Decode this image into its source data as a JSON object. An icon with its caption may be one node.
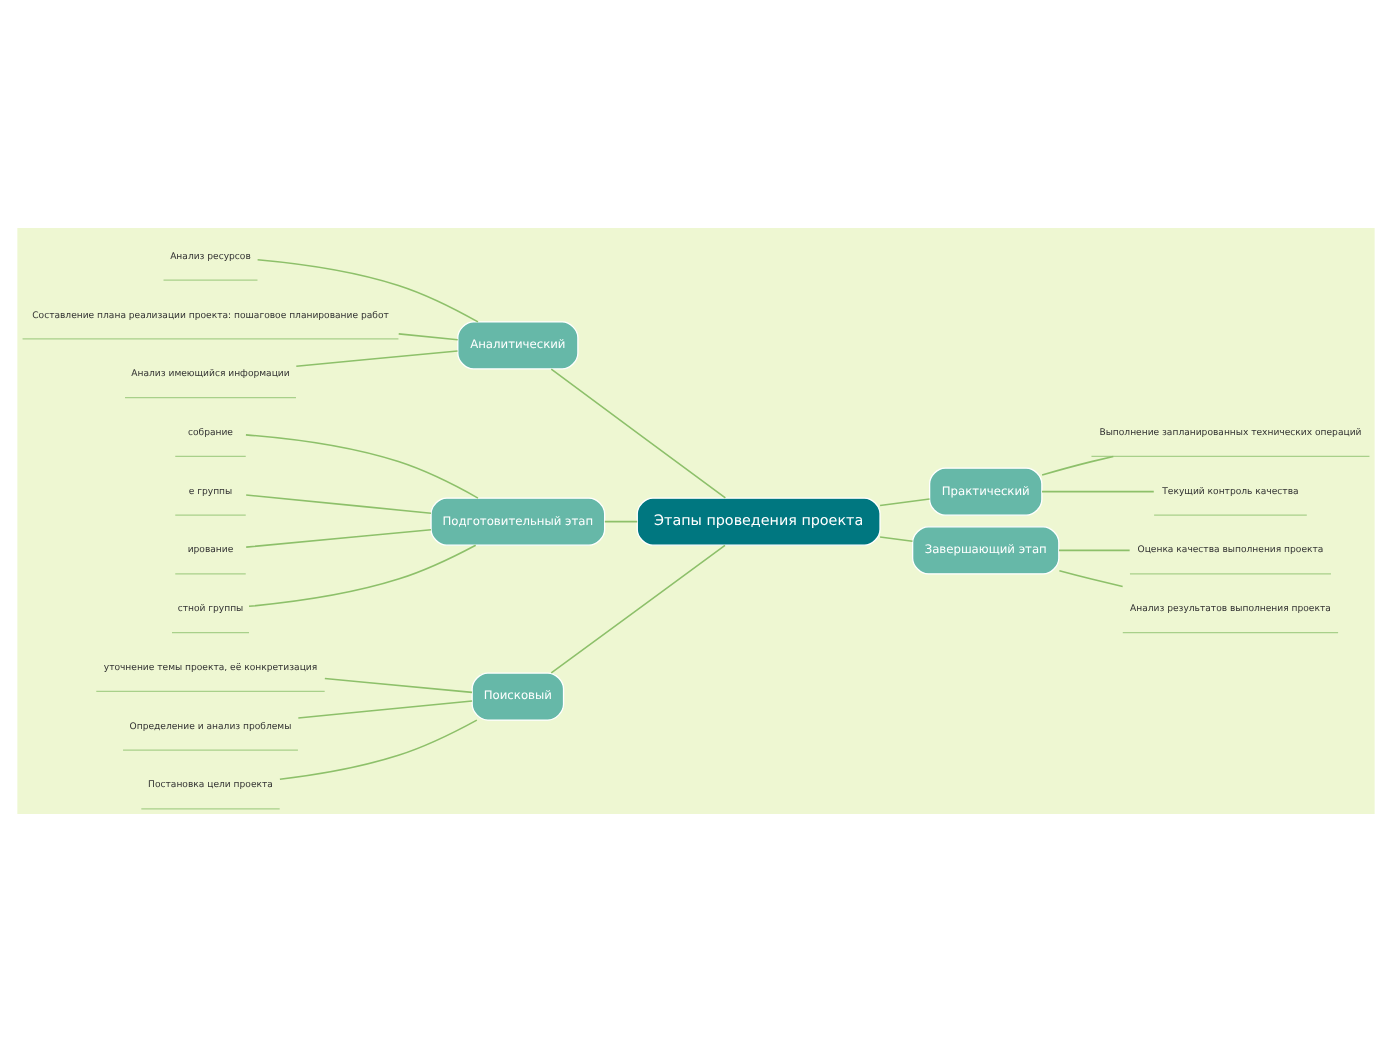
{
  "diagram": {
    "nodes": [
      {
        "text": [
          "Этапы проведения проекта"
        ]
      },
      {
        "text": [
          "Аналитический"
        ]
      },
      {
        "text": [
          "Анализ ресурсов"
        ]
      },
      {
        "text": [
          "Составление плана реализации проекта: пошаговое планирование работ"
        ]
      },
      {
        "text": [
          "Анализ имеющийся информации"
        ]
      },
      {
        "text": [
          "Практический"
        ]
      },
      {
        "text": [
          "Выполнение запланированных технических операций"
        ]
      },
      {
        "text": [
          "Текущий контроль качества"
        ]
      },
      {
        "text": [
          "Подготовительный этап"
        ]
      },
      {
        "text": [
          "собрание"
        ]
      },
      {
        "text": [
          "е группы"
        ]
      },
      {
        "text": [
          "ирование"
        ]
      },
      {
        "text": [
          "стной группы"
        ]
      },
      {
        "text": [
          "Завершающий этап"
        ]
      },
      {
        "text": [
          "Оценка качества выполнения проекта"
        ]
      },
      {
        "text": [
          "Анализ результатов выполнения проекта"
        ]
      },
      {
        "text": [
          "Поисковый"
        ]
      },
      {
        "text": [
          "уточнение темы проекта, её конкретизация"
        ]
      },
      {
        "text": [
          "Определение и анализ проблемы"
        ]
      },
      {
        "text": [
          "Постановка цели проекта"
        ]
      }
    ],
    "edges": [
      {
        "from": 0,
        "to": 1,
        "arrow": "none"
      },
      {
        "from": 1,
        "to": 2,
        "arrow": "none"
      },
      {
        "from": 1,
        "to": 3,
        "arrow": "none"
      },
      {
        "from": 1,
        "to": 4,
        "arrow": "none"
      },
      {
        "from": 0,
        "to": 5,
        "arrow": "none"
      },
      {
        "from": 5,
        "to": 6,
        "arrow": "none"
      },
      {
        "from": 5,
        "to": 7,
        "arrow": "none"
      },
      {
        "from": 0,
        "to": 8,
        "arrow": "none"
      },
      {
        "from": 8,
        "to": 9,
        "arrow": "none"
      },
      {
        "from": 8,
        "to": 10,
        "arrow": "none"
      },
      {
        "from": 8,
        "to": 11,
        "arrow": "none"
      },
      {
        "from": 8,
        "to": 12,
        "arrow": "none"
      },
      {
        "from": 0,
        "to": 13,
        "arrow": "none"
      },
      {
        "from": 13,
        "to": 14,
        "arrow": "none"
      },
      {
        "from": 13,
        "to": 15,
        "arrow": "none"
      },
      {
        "from": 0,
        "to": 16,
        "arrow": "none"
      },
      {
        "from": 16,
        "to": 17,
        "arrow": "none"
      },
      {
        "from": 16,
        "to": 18,
        "arrow": "none"
      },
      {
        "from": 16,
        "to": 19,
        "arrow": "none"
      }
    ]
  }
}
